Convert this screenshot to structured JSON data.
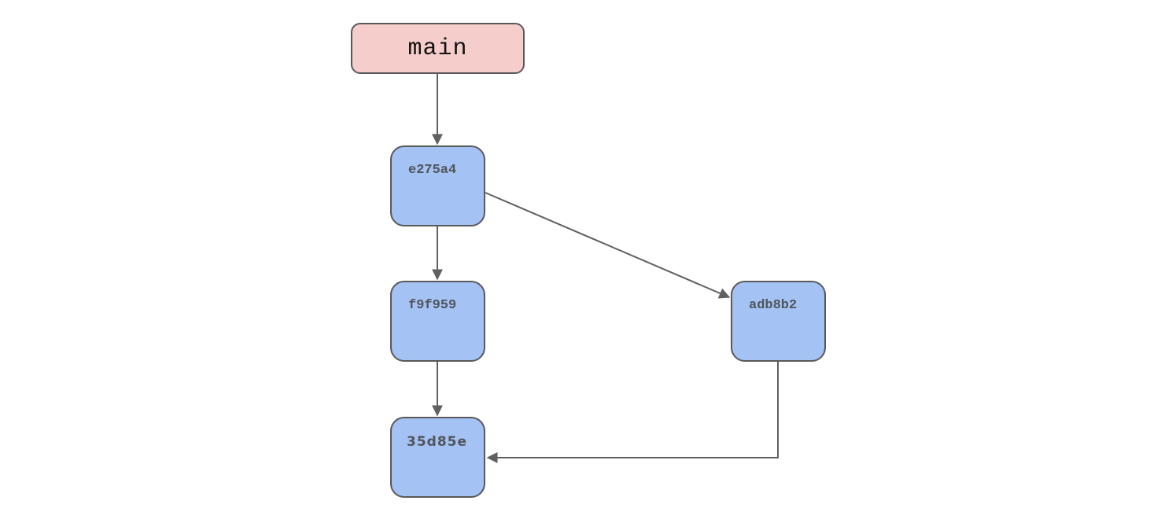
{
  "diagram": {
    "branch": {
      "label": "main"
    },
    "commits": [
      {
        "label": "e275a4"
      },
      {
        "label": "f9f959"
      },
      {
        "label": "adb8b2"
      },
      {
        "label": "35d85e"
      }
    ],
    "edges": [
      {
        "from": "main",
        "to": "e275a4"
      },
      {
        "from": "e275a4",
        "to": "f9f959"
      },
      {
        "from": "e275a4",
        "to": "adb8b2"
      },
      {
        "from": "f9f959",
        "to": "35d85e"
      },
      {
        "from": "adb8b2",
        "to": "35d85e"
      }
    ],
    "colors": {
      "branch_fill": "#f5cdcb",
      "commit_fill": "#a4c2f4",
      "node_border": "#595959",
      "edge_stroke": "#606060",
      "branch_text": "#111111",
      "commit_text": "#50555b",
      "background": "#ffffff"
    }
  }
}
